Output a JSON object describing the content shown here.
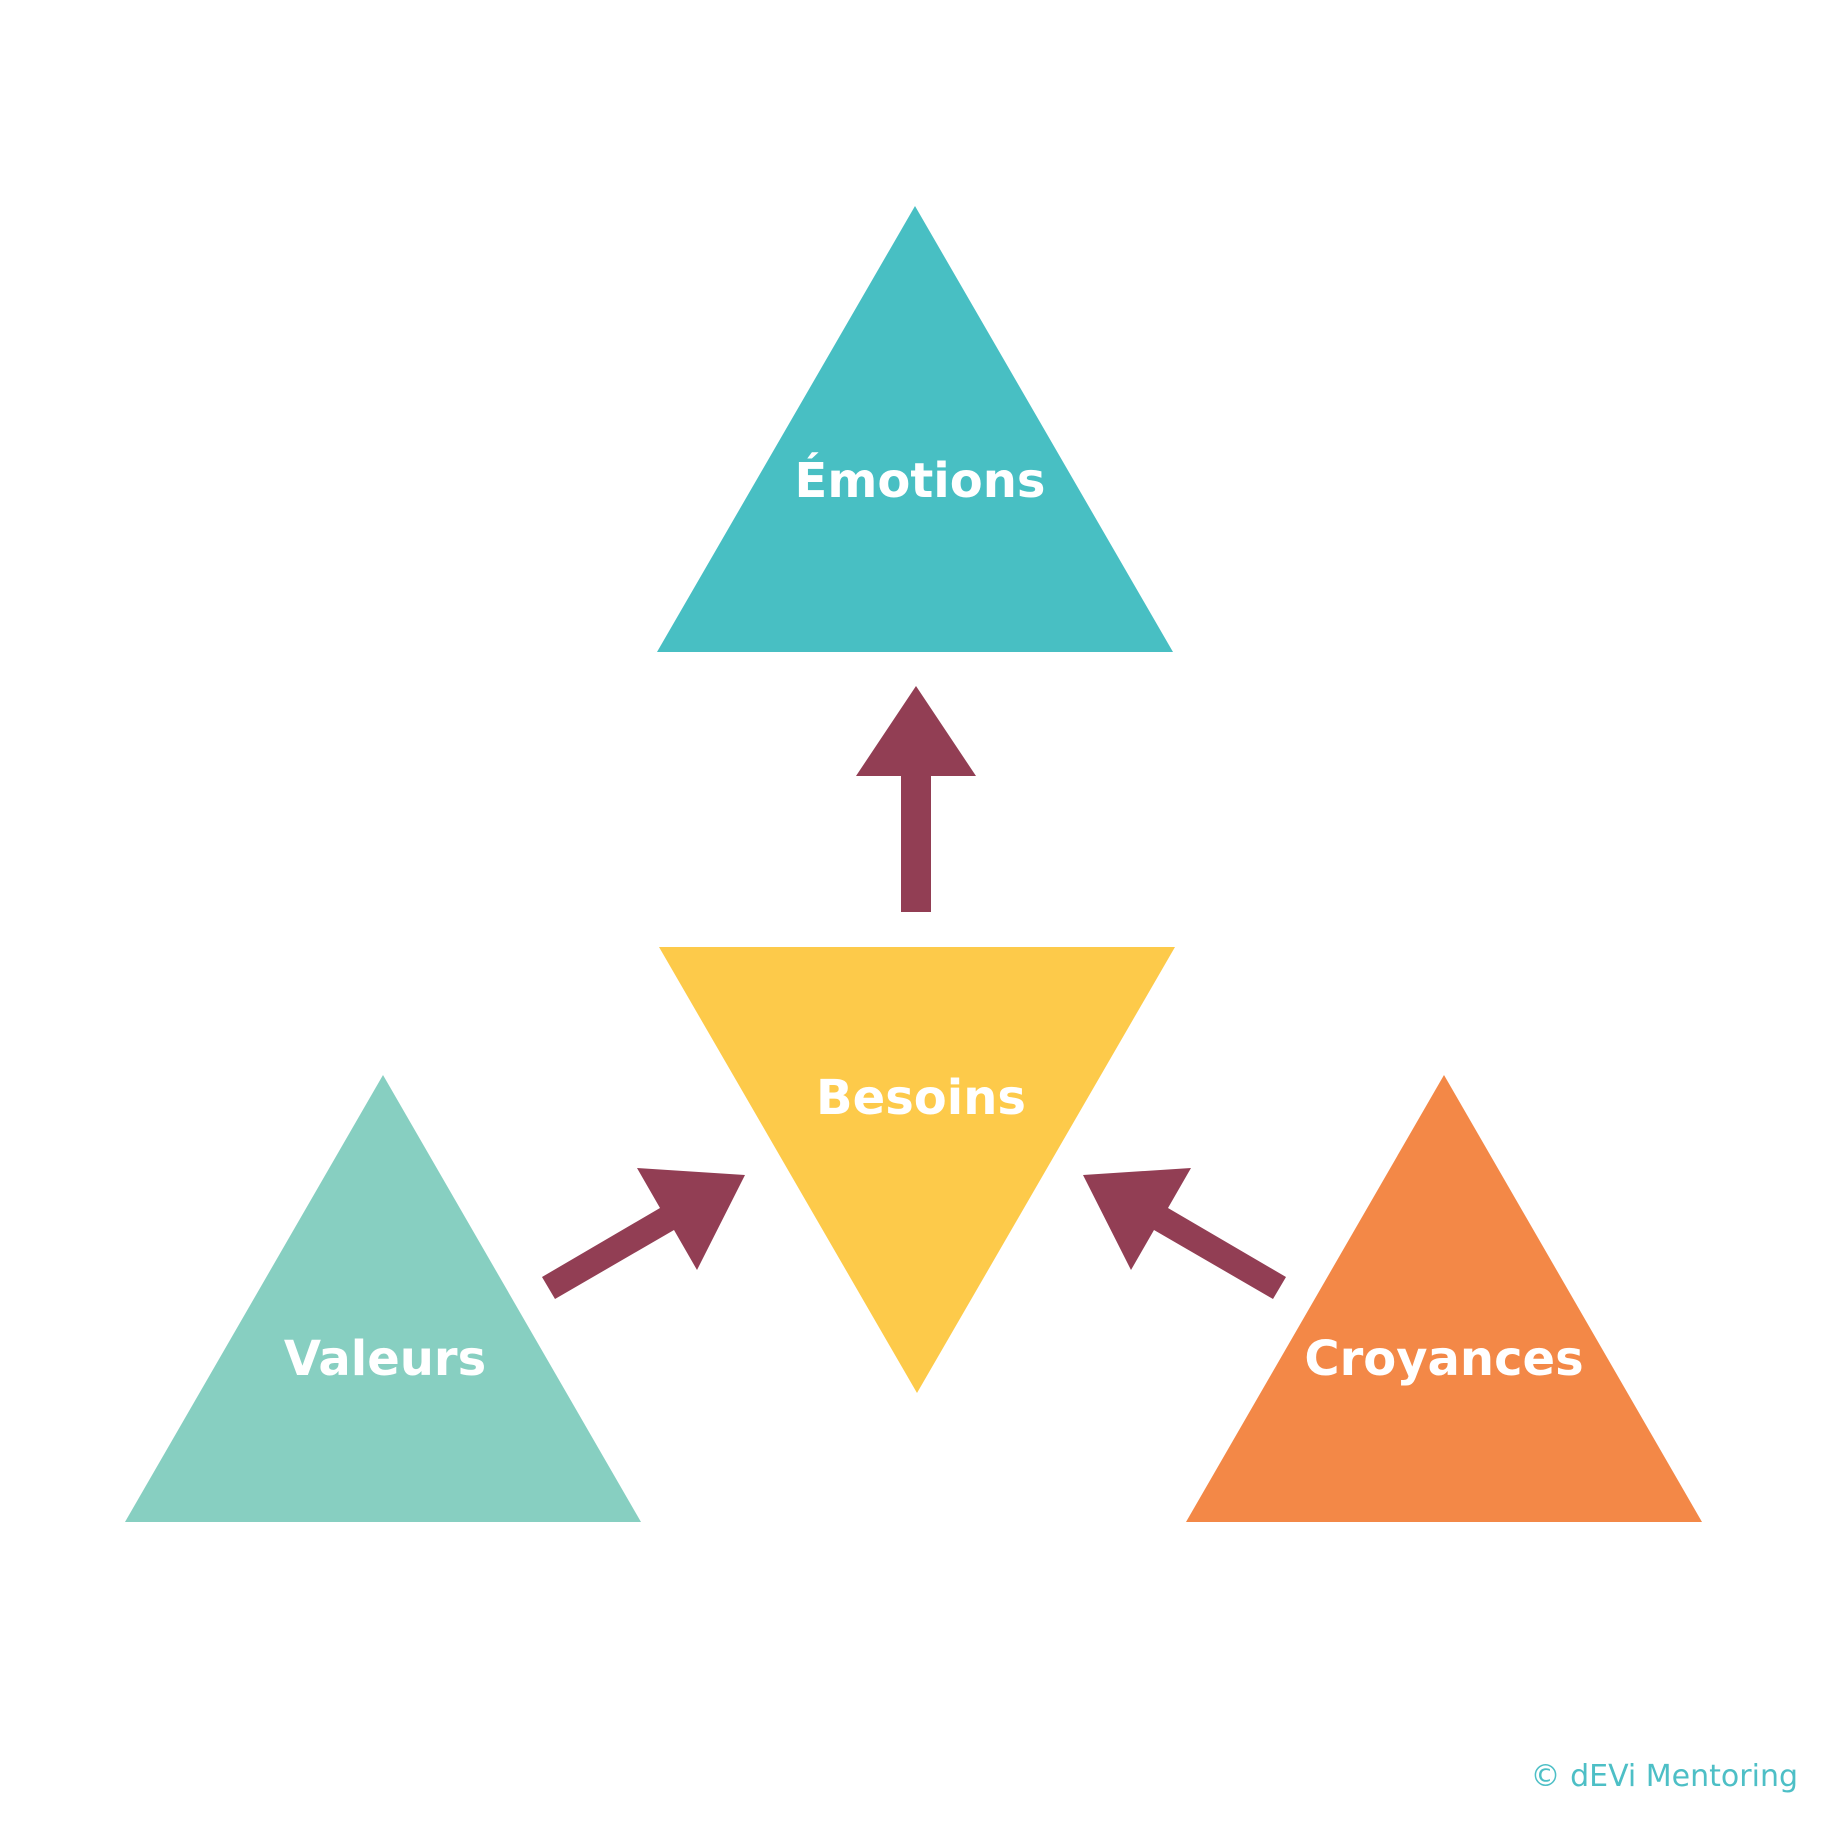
{
  "nodes": {
    "emotions": {
      "label": "Émotions",
      "color": "#48bfc3"
    },
    "besoins": {
      "label": "Besoins",
      "color": "#fdca4a"
    },
    "valeurs": {
      "label": "Valeurs",
      "color": "#87cfc1"
    },
    "croyances": {
      "label": "Croyances",
      "color": "#f38847"
    }
  },
  "arrow_color": "#923e54",
  "edges": [
    {
      "from": "besoins",
      "to": "emotions"
    },
    {
      "from": "valeurs",
      "to": "besoins"
    },
    {
      "from": "croyances",
      "to": "besoins"
    }
  ],
  "footer": {
    "copyright": "© dEVi Mentoring"
  }
}
